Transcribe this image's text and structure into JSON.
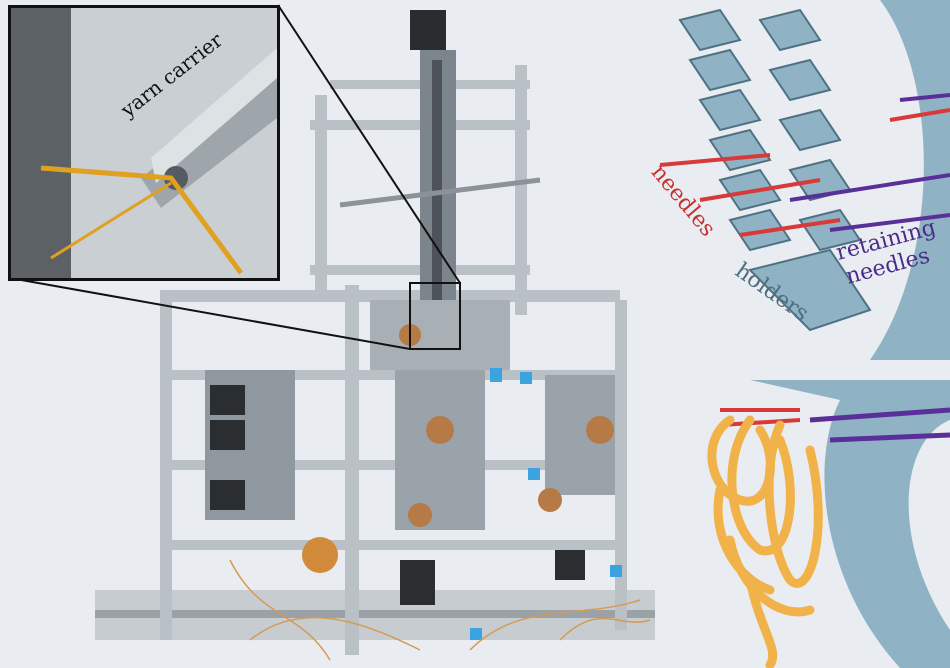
{
  "labels": {
    "yarn_carrier": "yarn carrier",
    "needles": "needles",
    "retaining_needles_line1": "retaining",
    "retaining_needles_line2": "needles",
    "holders": "holders"
  },
  "colors": {
    "background": "#e9edf1",
    "holder": "#8fb3c4",
    "needle": "#d83a3a",
    "retaining_needle": "#5a2f9a",
    "yarn": "#f2b24a",
    "frame": "#b9c0c6"
  }
}
